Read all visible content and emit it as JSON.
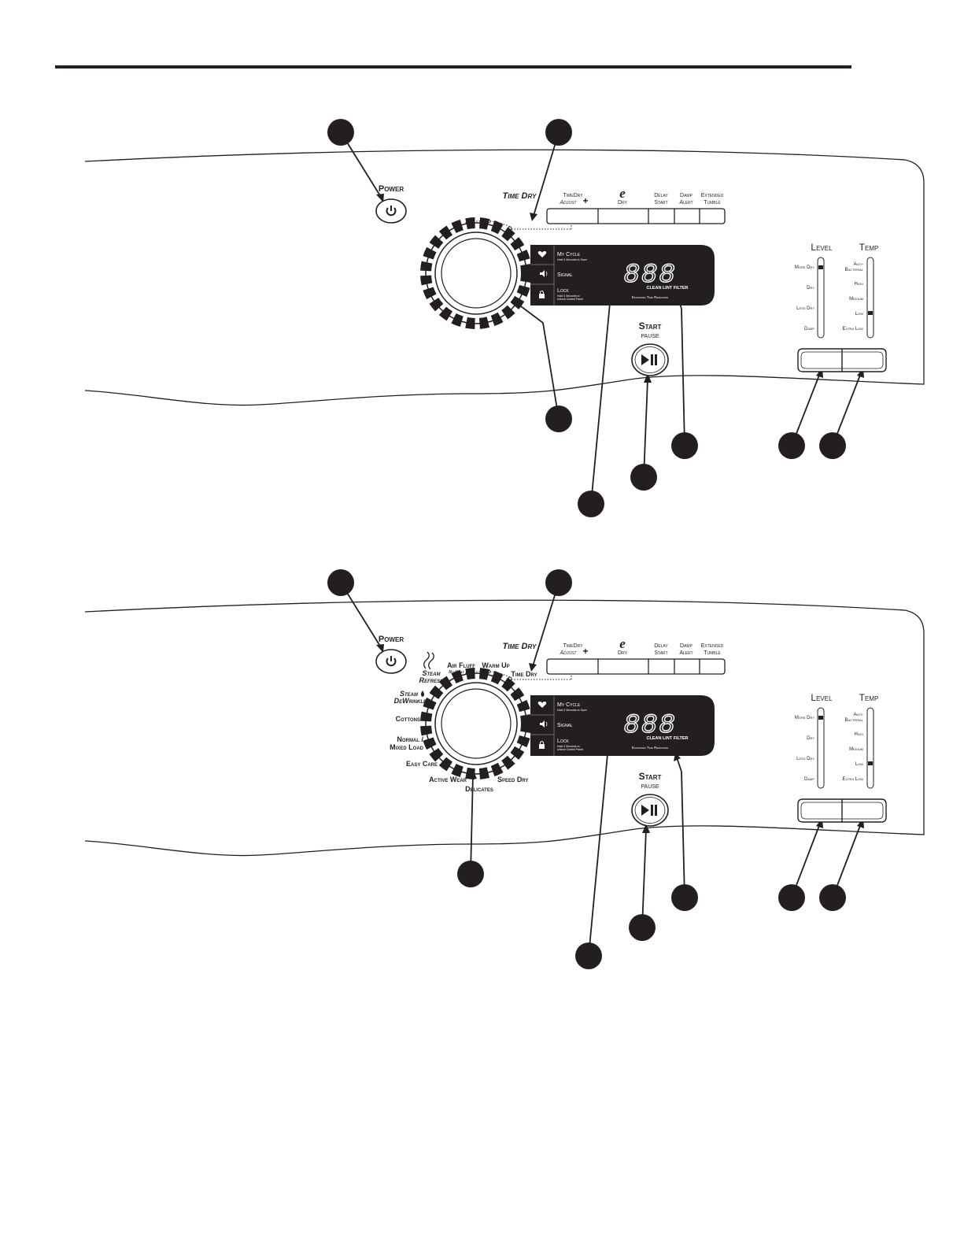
{
  "panels": [
    {
      "id": "panel-a",
      "power_label": "Power",
      "time_dry_label": "Time Dry",
      "option_buttons": [
        {
          "line1": "TimeDry",
          "line2": "Adjust",
          "suffix": "+"
        },
        {
          "line1": "e",
          "line2": "Dry",
          "suffix": ""
        },
        {
          "line1": "Delay",
          "line2": "Start",
          "suffix": ""
        },
        {
          "line1": "Damp",
          "line2": "Alert",
          "suffix": ""
        },
        {
          "line1": "Extended",
          "line2": "Tumble",
          "suffix": ""
        }
      ],
      "cycle_labels": [],
      "display": {
        "my_cycle": "My Cycle",
        "my_cycle_note": "Hold 3 Seconds to Save",
        "signal": "Signal",
        "lock": "Lock",
        "lock_note_1": "Hold 3 Seconds to",
        "lock_note_2": "Unlock Control Panel",
        "digits": "888",
        "lint": "CLEAN LINT FILTER",
        "estimated": "Estimated Time Remaining"
      },
      "start_label": "Start",
      "pause_label": "PAUSE",
      "level": {
        "title": "Level",
        "options": [
          "More Dry",
          "Dry",
          "Less Dry",
          "Damp"
        ],
        "selected_index": 0
      },
      "temp": {
        "title": "Temp",
        "options_1": [
          "Anti-",
          "High",
          "Medium",
          "Low",
          "Extra Low"
        ],
        "option_anti_2": "Bacterial",
        "selected_index": 3
      }
    },
    {
      "id": "panel-b",
      "power_label": "Power",
      "time_dry_label": "Time Dry",
      "option_buttons": [
        {
          "line1": "TimeDry",
          "line2": "Adjust",
          "suffix": "+"
        },
        {
          "line1": "e",
          "line2": "Dry",
          "suffix": ""
        },
        {
          "line1": "Delay",
          "line2": "Start",
          "suffix": ""
        },
        {
          "line1": "Damp",
          "line2": "Alert",
          "suffix": ""
        },
        {
          "line1": "Extended",
          "line2": "Tumble",
          "suffix": ""
        }
      ],
      "cycle_labels": {
        "steam_refresh_1": "Steam",
        "steam_refresh_2": "Refresh",
        "steam_dewrinkle_1": "Steam",
        "steam_dewrinkle_2": "DeWrinkle",
        "air_fluff": "Air Fluff",
        "no_heat": "No Heat",
        "warm_up": "Warm Up",
        "time_dry": "Time Dry",
        "cottons": "Cottons",
        "normal_1": "Normal /",
        "normal_2": "Mixed Load",
        "easy_care": "Easy Care",
        "active_wear": "Active Wear",
        "delicates": "Delicates",
        "speed_dry": "Speed Dry"
      },
      "display": {
        "my_cycle": "My Cycle",
        "my_cycle_note": "Hold 3 Seconds to Save",
        "signal": "Signal",
        "lock": "Lock",
        "lock_note_1": "Hold 3 Seconds to",
        "lock_note_2": "Unlock Control Panel",
        "digits": "888",
        "lint": "CLEAN LINT FILTER",
        "estimated": "Estimated Time Remaining"
      },
      "start_label": "Start",
      "pause_label": "PAUSE",
      "level": {
        "title": "Level",
        "options": [
          "More Dry",
          "Dry",
          "Less Dry",
          "Damp"
        ],
        "selected_index": 0
      },
      "temp": {
        "title": "Temp",
        "options_1": [
          "Anti-",
          "High",
          "Medium",
          "Low",
          "Extra Low"
        ],
        "option_anti_2": "Bacterial",
        "selected_index": 3
      }
    }
  ],
  "icons": {
    "heart": "heart-icon",
    "signal": "speaker-icon",
    "lock": "lock-icon",
    "power": "power-icon",
    "play_pause": "play-pause-icon",
    "steam": "steam-icon",
    "droplet": "droplet-icon"
  },
  "colors": {
    "ink": "#231f20",
    "panel": "#ffffff",
    "display_text": "#ffffff"
  }
}
